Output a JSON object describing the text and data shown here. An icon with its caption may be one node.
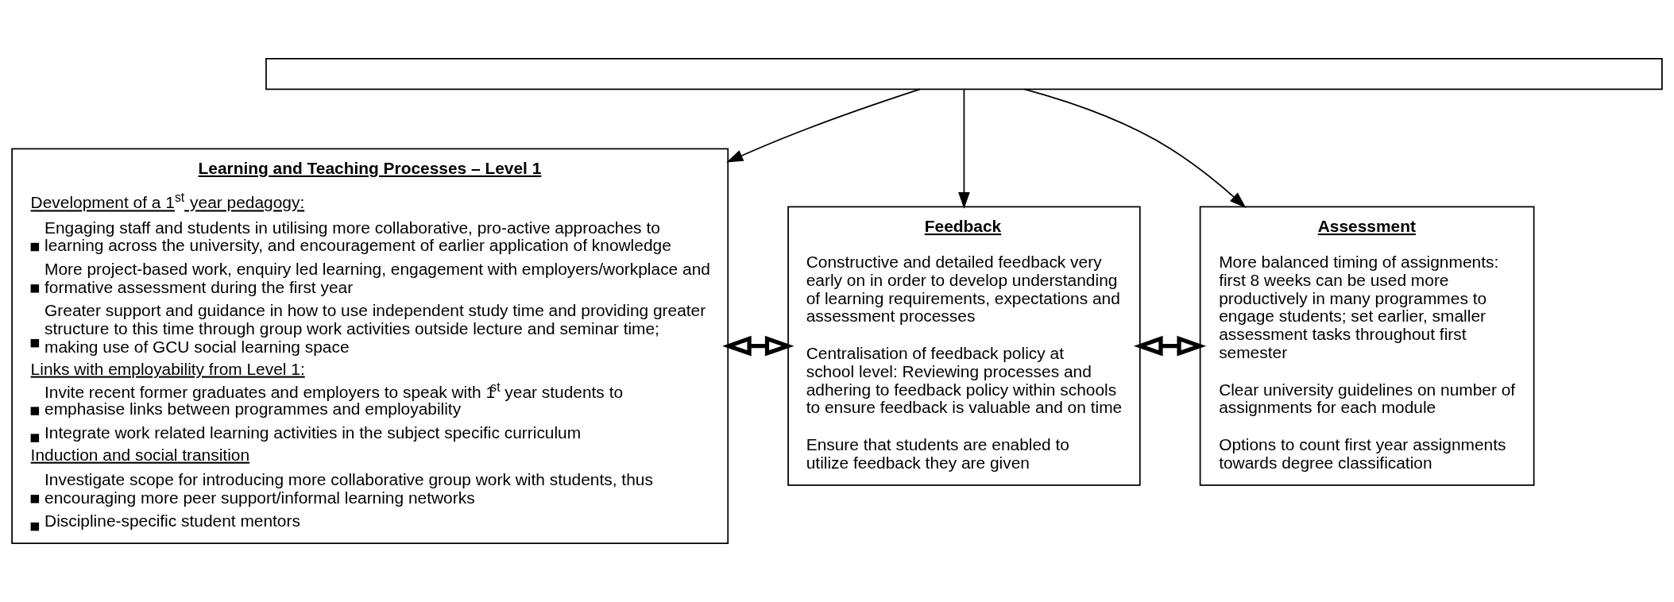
{
  "diagram": {
    "nodes": [
      {
        "text": [],
        "shape": "box"
      },
      {
        "text": [
          "Learning and Teaching Processes – Level 1",
          "Development of a 1$^{st}$ year pedagogy:",
          "Engaging staff and students in utilising more collaborative, pro-active approaches to learning across the university, and encouragement of earlier application of knowledge",
          "More project-based work, enquiry led learning, engagement with employers/workplace and formative assessment during the first year",
          "Greater support and guidance in how to use independent study time and providing greater structure to this time through group work activities outside lecture and seminar time; making use of GCU social learning space",
          "Links with employability from Level 1:",
          "Invite recent former graduates and employers to speak with 1$^{st}$ year students to emphasise links between programmes and employability",
          "Integrate work related learning activities in the subject specific curriculum",
          "Induction and social transition",
          "Investigate scope for introducing more collaborative group work with students, thus encouraging more peer support/informal learning networks",
          "Discipline-specific student mentors"
        ]
      },
      {
        "text": [
          "Feedback",
          "Constructive and detailed feedback very early on in order to develop understanding of learning requirements, expectations and assessment processes",
          "Centralisation of feedback policy at school level: Reviewing processes and adhering to feedback policy within schools to ensure feedback is valuable and on time",
          "Ensure that students are enabled to utilize feedback they are given"
        ]
      },
      {
        "text": [
          "Assessment",
          "More balanced timing of assignments: first 8 weeks can be used more productively in many programmes to engage students; set earlier, smaller assessment tasks throughout first semester",
          "Clear university guidelines on number of assignments for each module",
          "Options to count first year assignments towards degree classification"
        ]
      }
    ],
    "edges": [
      {
        "from": 0,
        "to": 1,
        "arrow": "to"
      },
      {
        "from": 0,
        "to": 2,
        "arrow": "to"
      },
      {
        "from": 0,
        "to": 3,
        "arrow": "to"
      },
      {
        "from": 1,
        "to": 2,
        "arrow": "both",
        "style": "thick"
      },
      {
        "from": 2,
        "to": 3,
        "arrow": "both",
        "style": "thick"
      }
    ]
  }
}
